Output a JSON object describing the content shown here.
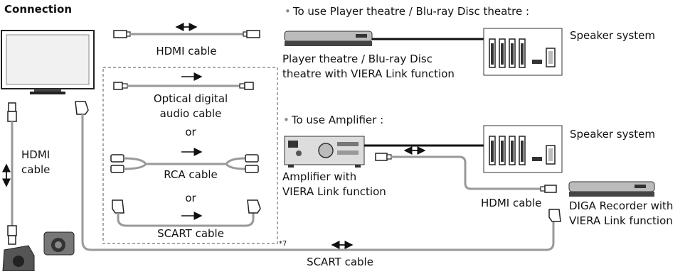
{
  "heading": "Connection",
  "sections": {
    "player_theatre": "To use Player theatre / Blu-ray Disc theatre :",
    "amplifier": "To use Amplifier :"
  },
  "cables": {
    "hdmi_top": "HDMI cable",
    "optical_line1": "Optical digital",
    "optical_line2": "audio cable",
    "or_1": "or",
    "rca": "RCA cable",
    "or_2": "or",
    "scart_inner": "SCART cable",
    "hdmi_left_line1": "HDMI",
    "hdmi_left_line2": "cable",
    "hdmi_amp": "HDMI cable",
    "scart_bottom": "SCART cable",
    "note": "*7"
  },
  "devices": {
    "speaker_1": "Speaker system",
    "speaker_2": "Speaker system",
    "player_line1": "Player theatre / Blu-ray Disc",
    "player_line2": "theatre with VIERA Link function",
    "amp_line1": "Amplifier with",
    "amp_line2": "VIERA Link function",
    "diga_line1": "DIGA Recorder with",
    "diga_line2": "VIERA Link function"
  }
}
